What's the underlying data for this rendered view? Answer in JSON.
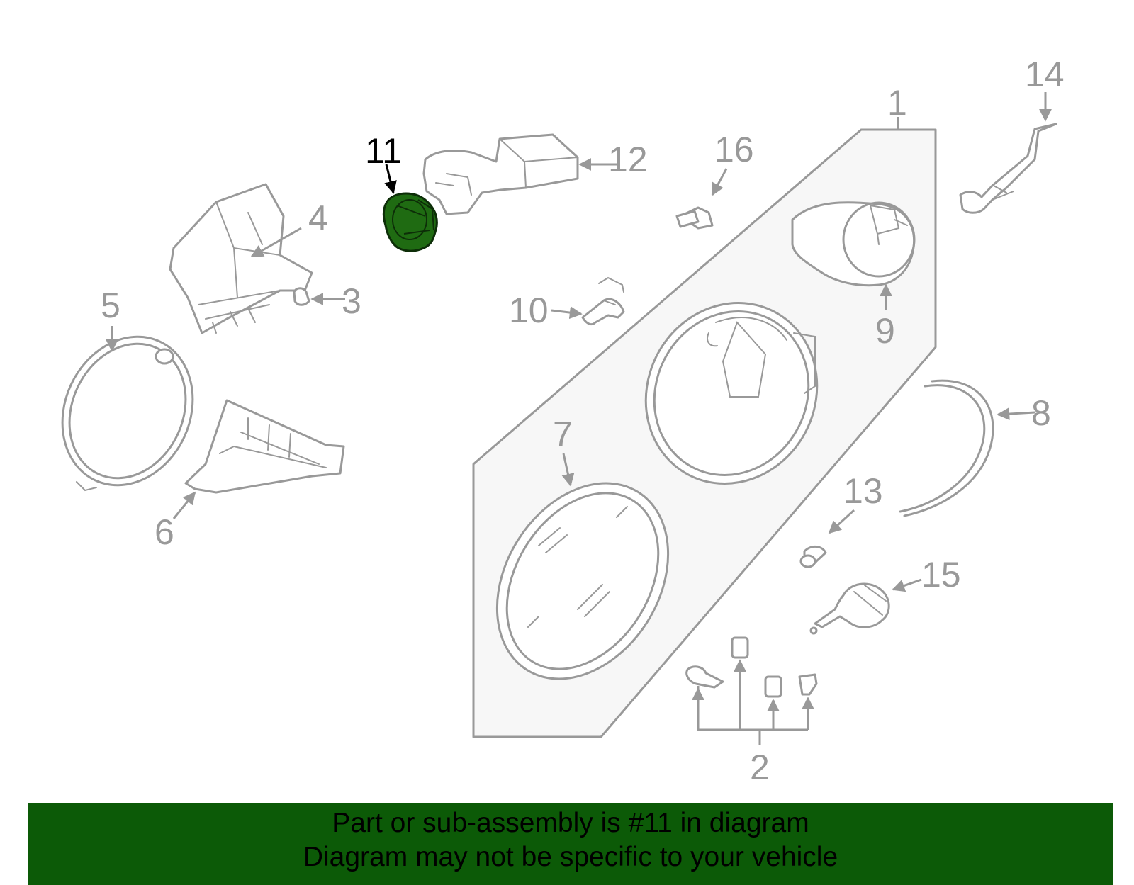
{
  "diagram": {
    "callouts": {
      "c1": "1",
      "c2": "2",
      "c3": "3",
      "c4": "4",
      "c5": "5",
      "c6": "6",
      "c7": "7",
      "c8": "8",
      "c9": "9",
      "c10": "10",
      "c11": "11",
      "c12": "12",
      "c13": "13",
      "c14": "14",
      "c15": "15",
      "c16": "16"
    },
    "highlighted_part": "11",
    "colors": {
      "highlight": "#1f6b12",
      "linework": "#999999",
      "banner": "#0c5a07"
    }
  },
  "banner": {
    "line1": "Part or sub-assembly is #11 in diagram",
    "line2": "Diagram may not be specific to your vehicle"
  }
}
